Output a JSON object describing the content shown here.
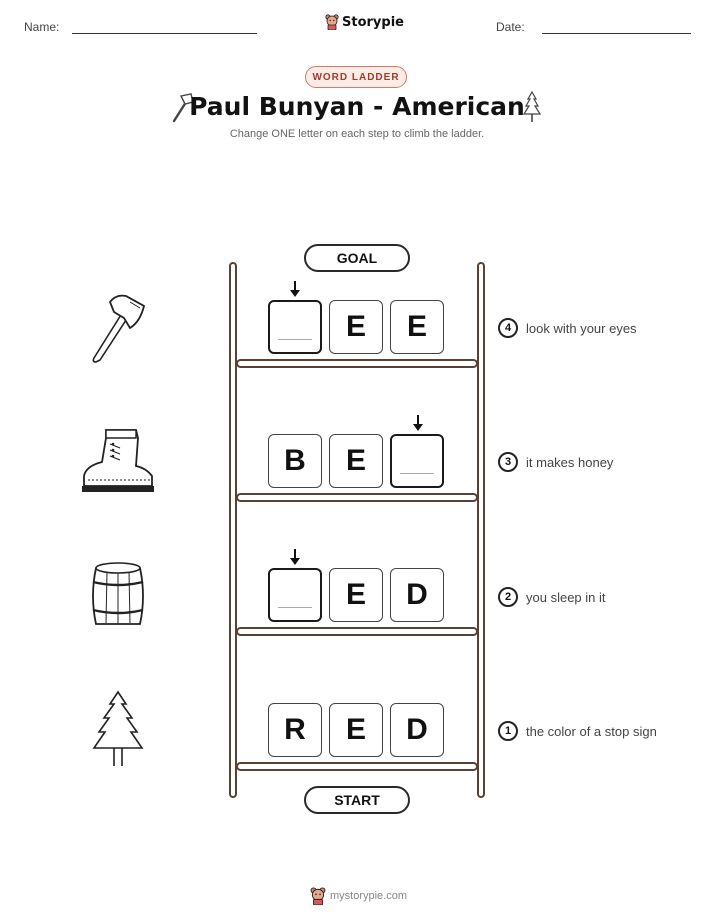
{
  "header": {
    "name_label": "Name:",
    "date_label": "Date:",
    "brand": "Storypie"
  },
  "badge": "WORD LADDER",
  "title": "Paul Bunyan - American",
  "subtitle": "Change ONE letter on each step to climb the ladder.",
  "ladder": {
    "goal_label": "GOAL",
    "start_label": "START",
    "steps": [
      {
        "number": "4",
        "clue": "look with your eyes",
        "picture": "axe-icon",
        "letters": [
          "",
          "E",
          "E"
        ],
        "blank_index": 0
      },
      {
        "number": "3",
        "clue": "it makes honey",
        "picture": "boot-icon",
        "letters": [
          "B",
          "E",
          ""
        ],
        "blank_index": 2
      },
      {
        "number": "2",
        "clue": "you sleep in it",
        "picture": "barrel-icon",
        "letters": [
          "",
          "E",
          "D"
        ],
        "blank_index": 0
      },
      {
        "number": "1",
        "clue": "the color of a stop sign",
        "picture": "pine-tree-icon",
        "letters": [
          "R",
          "E",
          "D"
        ],
        "blank_index": null
      }
    ]
  },
  "footer": {
    "site": "mystorypie.com"
  },
  "colors": {
    "ladder": "#5a4232",
    "badge_border": "#d9786a",
    "badge_fill": "#fdebe6"
  }
}
